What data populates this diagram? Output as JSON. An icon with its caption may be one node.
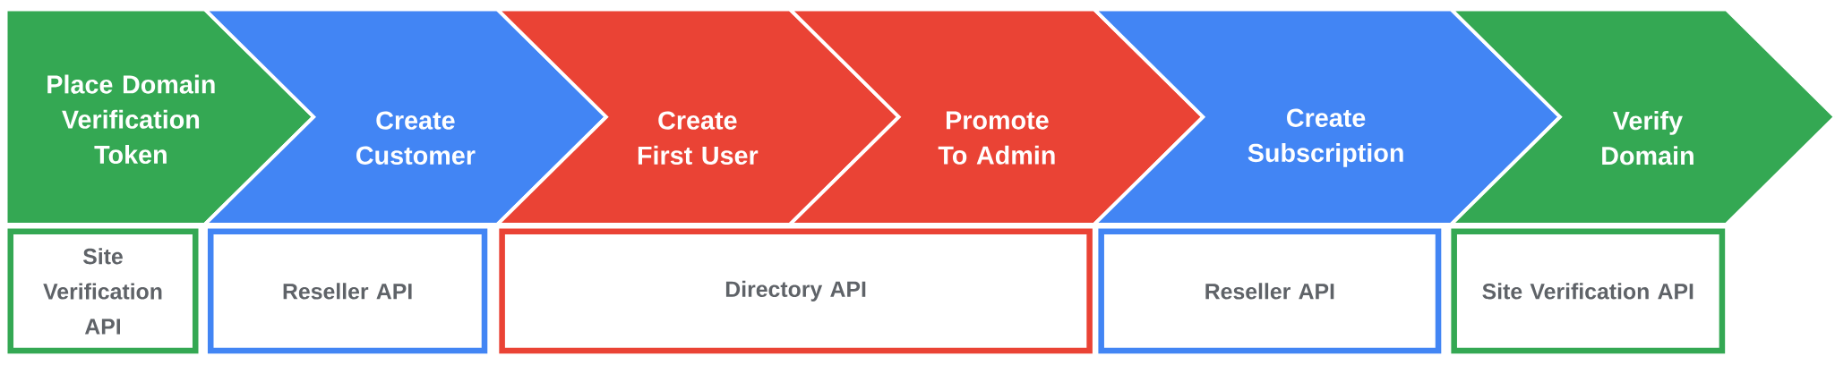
{
  "diagram": {
    "nodes": [
      {
        "text": [
          "Place Domain Verification Token"
        ]
      },
      {
        "text": [
          "Site Verification API"
        ]
      },
      {
        "text": [
          "Create Customer"
        ]
      },
      {
        "text": [
          "Reseller API"
        ]
      },
      {
        "text": [
          "Create First User"
        ]
      },
      {
        "text": [
          "Promote To Admin"
        ]
      },
      {
        "text": [
          "Directory API"
        ]
      },
      {
        "text": [
          "Create Subscription"
        ]
      },
      {
        "text": [
          "Reseller API"
        ]
      },
      {
        "text": [
          "Verify Domain"
        ]
      },
      {
        "text": [
          "Site Verification API"
        ]
      }
    ]
  }
}
